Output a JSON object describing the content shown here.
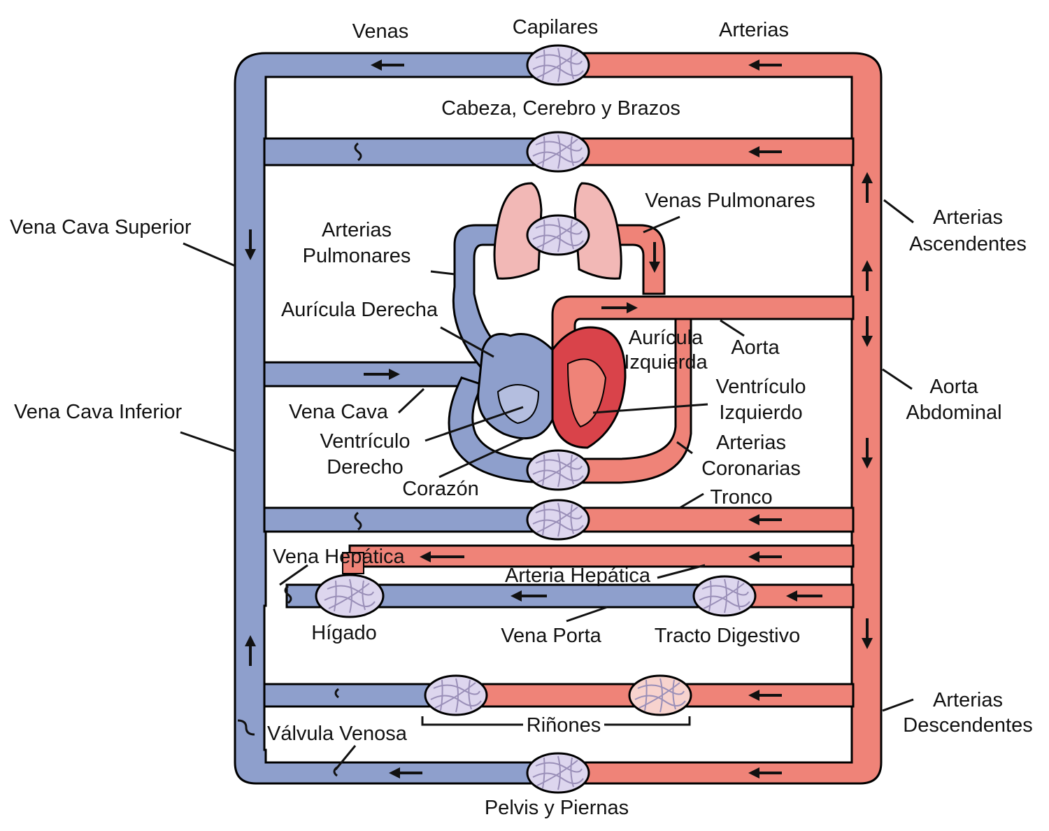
{
  "colors": {
    "vein": "#8e9fcc",
    "artery": "#ef8378",
    "outline": "#111111",
    "capillary_vein": "#ddd6ee",
    "capillary_artery": "#f7d3ce",
    "heart_red": "#d9434a",
    "lung_pink": "#f2b8b6"
  },
  "labels": {
    "venas": "Venas",
    "capilares": "Capilares",
    "arterias": "Arterias",
    "cabeza": "Cabeza, Cerebro y Brazos",
    "vena_cava_superior": "Vena Cava Superior",
    "arterias_pulmonares_1": "Arterias",
    "arterias_pulmonares_2": "Pulmonares",
    "venas_pulmonares": "Venas Pulmonares",
    "arterias_ascendentes_1": "Arterias",
    "arterias_ascendentes_2": "Ascendentes",
    "auricula_derecha": "Aurícula Derecha",
    "auricula_izquierda_1": "Aurícula",
    "auricula_izquierda_2": "Izquierda",
    "aorta": "Aorta",
    "aorta_abdominal_1": "Aorta",
    "aorta_abdominal_2": "Abdominal",
    "vena_cava_inferior": "Vena Cava Inferior",
    "vena_cava": "Vena Cava",
    "ventriculo_izquierdo_1": "Ventrículo",
    "ventriculo_izquierdo_2": "Izquierdo",
    "ventriculo_derecho_1": "Ventrículo",
    "ventriculo_derecho_2": "Derecho",
    "arterias_coronarias_1": "Arterias",
    "arterias_coronarias_2": "Coronarias",
    "corazon": "Corazón",
    "tronco": "Tronco",
    "vena_hepatica": "Vena Hepática",
    "arteria_hepatica": "Arteria Hepática",
    "higado": "Hígado",
    "vena_porta": "Vena Porta",
    "tracto_digestivo": "Tracto Digestivo",
    "arterias_descendentes_1": "Arterias",
    "arterias_descendentes_2": "Descendentes",
    "rinones": "Riñones",
    "valvula_venosa": "Válvula Venosa",
    "pelvis": "Pelvis y Piernas"
  }
}
